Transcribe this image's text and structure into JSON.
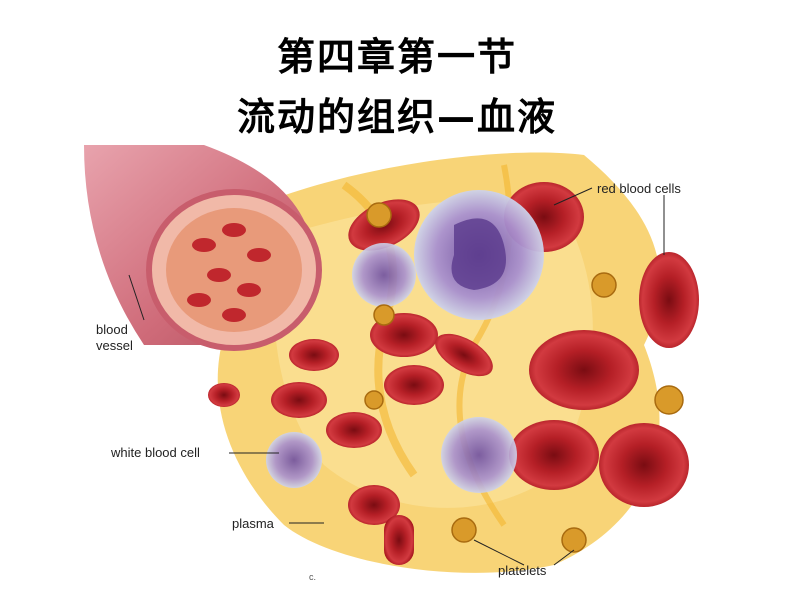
{
  "slide": {
    "title_line1": "第四章第一节",
    "title_line2": "流动的组织—血液"
  },
  "labels": {
    "red_blood_cells": "red blood cells",
    "blood_vessel_line1": "blood",
    "blood_vessel_line2": "vessel",
    "white_blood_cell": "white blood cell",
    "plasma": "plasma",
    "platelets": "platelets",
    "credit": "c."
  },
  "colors": {
    "rbc": "#c0272d",
    "rbc_dark": "#8e1218",
    "plasma": "#f6c64a",
    "vessel": "#d97a86",
    "wbc": "#b9a3d6"
  }
}
